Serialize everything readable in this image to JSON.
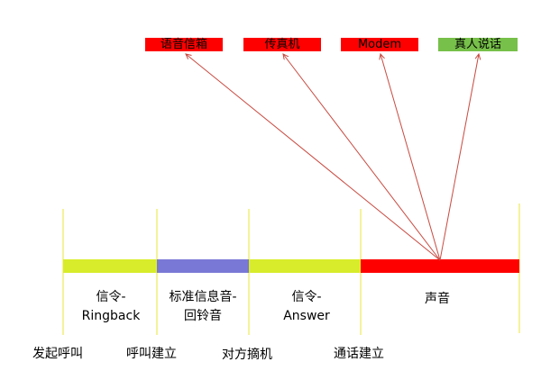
{
  "targets": [
    {
      "label": "语音信箱",
      "color": "#ff0000"
    },
    {
      "label": "传真机",
      "color": "#ff0000"
    },
    {
      "label": "Modem",
      "color": "#ff0000"
    },
    {
      "label": "真人说话",
      "color": "#77c04a"
    }
  ],
  "segments": [
    {
      "label": "信令-\nRingback",
      "color": "#d8ec2b"
    },
    {
      "label": "标准信息音-\n回铃音",
      "color": "#7a78d6"
    },
    {
      "label": "信令-\nAnswer",
      "color": "#d8ec2b"
    },
    {
      "label": "声音",
      "color": "#ff0000"
    }
  ],
  "events": [
    "发起呼叫",
    "呼叫建立",
    "对方摘机",
    "通话建立"
  ],
  "colors": {
    "marker_line": "#f2ef7a",
    "arrow": "#c84a40"
  }
}
